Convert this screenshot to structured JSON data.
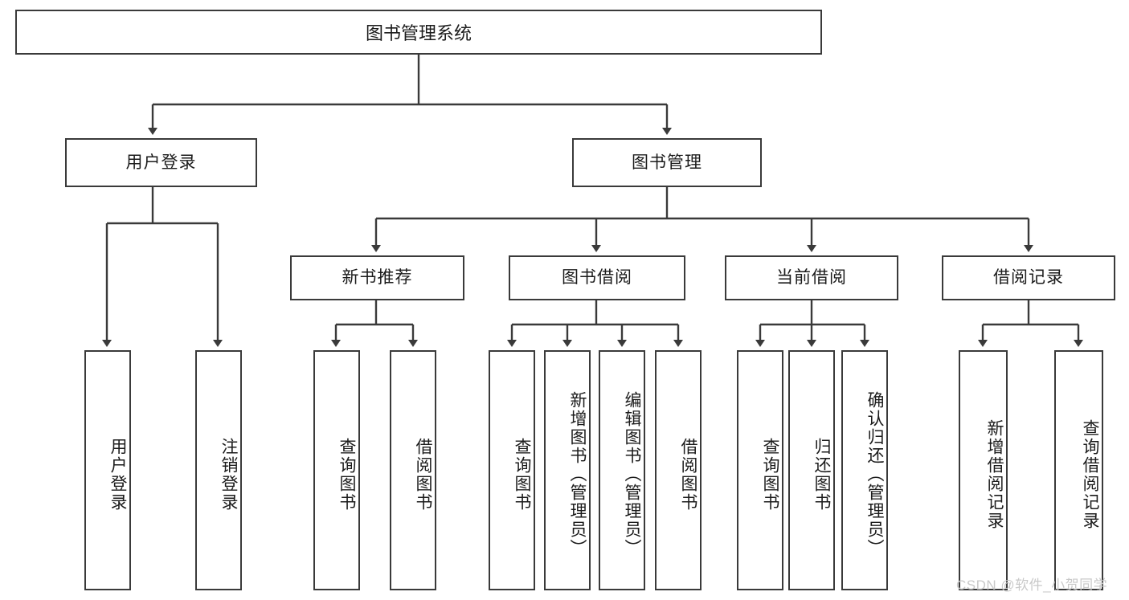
{
  "diagram": {
    "title": "图书管理系统",
    "type": "tree-structure-chart",
    "root": {
      "label": "图书管理系统"
    },
    "level2": [
      {
        "label": "用户登录"
      },
      {
        "label": "图书管理"
      }
    ],
    "level3": [
      {
        "label": "新书推荐"
      },
      {
        "label": "图书借阅"
      },
      {
        "label": "当前借阅"
      },
      {
        "label": "借阅记录"
      }
    ],
    "leaves_user_login": [
      {
        "label": "用户登录"
      },
      {
        "label": "注销登录"
      }
    ],
    "leaves_new_book": [
      {
        "label": "查询图书"
      },
      {
        "label": "借阅图书"
      }
    ],
    "leaves_borrow": [
      {
        "label": "查询图书"
      },
      {
        "label": "新增图书（管理员）"
      },
      {
        "label": "编辑图书（管理员）"
      },
      {
        "label": "借阅图书"
      }
    ],
    "leaves_current": [
      {
        "label": "查询图书"
      },
      {
        "label": "归还图书"
      },
      {
        "label": "确认归还（管理员）"
      }
    ],
    "leaves_record": [
      {
        "label": "新增借阅记录"
      },
      {
        "label": "查询借阅记录"
      }
    ],
    "watermark": "CSDN @软件_小贺同学",
    "colors": {
      "stroke": "#3a3a3a",
      "fill": "#ffffff",
      "text": "#1b1b1b",
      "watermark": "#c9c9c9"
    }
  }
}
